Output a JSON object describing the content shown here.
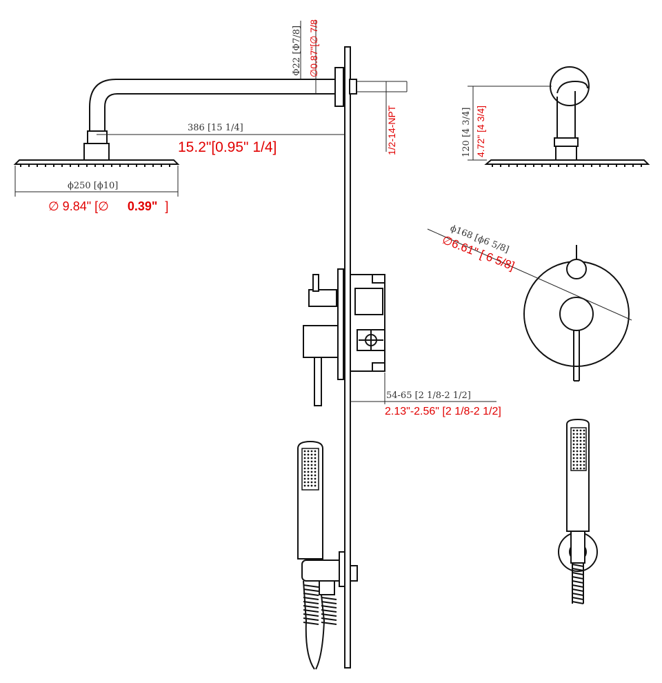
{
  "dimensions": {
    "pipe_diameter_mm": "Φ22 [Φ7/8]",
    "pipe_diameter_in": "∅0.87\"[∅ 7/8",
    "arm_length_mm": "386 [15 1/4]",
    "arm_length_in": "15.2\"[0.95\" 1/4]",
    "thread": "1/2-14-NPT",
    "head_diameter_mm": "ϕ250 [ϕ10]",
    "head_diameter_in_a": "∅ 9.84\" [∅",
    "head_diameter_in_b": "0.39\"",
    "head_diameter_in_c": "]",
    "drop_mm": "120 [4 3/4]",
    "drop_in": "4.72\" [4 3/4]",
    "plate_diameter_mm": "ϕ168 [ϕ6 5/8]",
    "plate_diameter_in": "∅6.61\" [ 6  5/8]",
    "depth_mm": "54-65 [2 1/8-2 1/2]",
    "depth_in": "2.13\"-2.56\" [2  1/8-2  1/2]"
  }
}
